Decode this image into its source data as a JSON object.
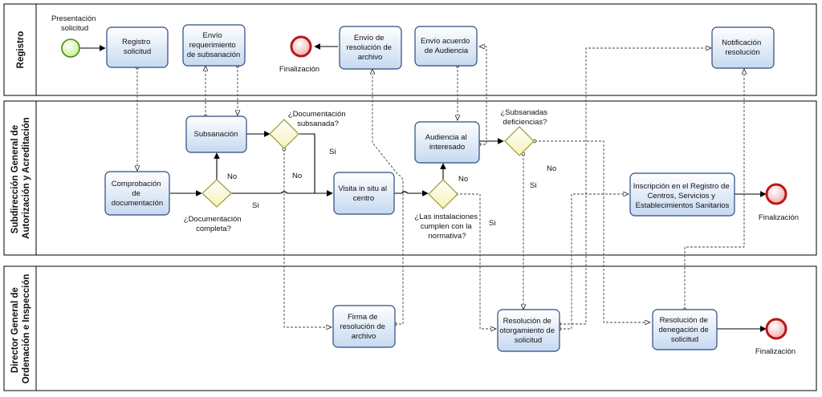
{
  "lanes": [
    {
      "id": "registro",
      "lines": [
        "Registro"
      ]
    },
    {
      "id": "subdireccion",
      "lines": [
        "Subdirección General de",
        "Autorización y Acreditación"
      ]
    },
    {
      "id": "director",
      "lines": [
        "Director General de",
        "Ordenación e Inspección"
      ]
    }
  ],
  "events": [
    {
      "id": "start",
      "type": "start",
      "label_lines": [
        "Presentación",
        "solicitud"
      ]
    },
    {
      "id": "end1",
      "type": "end",
      "label_lines": [
        "Finalización"
      ]
    },
    {
      "id": "end2",
      "type": "end",
      "label_lines": [
        "Finalización"
      ]
    },
    {
      "id": "end3",
      "type": "end",
      "label_lines": [
        "Finalización"
      ]
    }
  ],
  "tasks": [
    {
      "id": "registro_solicitud",
      "lines": [
        "Registro",
        "solicitud"
      ]
    },
    {
      "id": "envio_requerimiento",
      "lines": [
        "Envío",
        "requerimiento",
        "de subsanación"
      ]
    },
    {
      "id": "envio_resolucion_archivo",
      "lines": [
        "Envío de",
        "resolución de",
        "archivo"
      ]
    },
    {
      "id": "envio_acuerdo",
      "lines": [
        "Envío acuerdo",
        "de Audiencia"
      ]
    },
    {
      "id": "notificacion",
      "lines": [
        "Notificación",
        "resolución"
      ]
    },
    {
      "id": "subsanacion",
      "lines": [
        "Subsanación"
      ]
    },
    {
      "id": "comprobacion",
      "lines": [
        "Comprobación",
        "de",
        "documentación"
      ]
    },
    {
      "id": "visita",
      "lines": [
        "Visita in situ al",
        "centro"
      ]
    },
    {
      "id": "audiencia",
      "lines": [
        "Audiencia al",
        "interesado"
      ]
    },
    {
      "id": "inscripcion",
      "lines": [
        "Inscripción en el Registro de",
        "Centros, Servicios y",
        "Establecimientos Sanitarios"
      ]
    },
    {
      "id": "firma",
      "lines": [
        "Firma de",
        "resolución de",
        "archivo"
      ]
    },
    {
      "id": "otorgamiento",
      "lines": [
        "Resolución de",
        "otorgamiento de",
        "solicitud"
      ]
    },
    {
      "id": "denegacion",
      "lines": [
        "Resolución de",
        "denegación de",
        "solicitud"
      ]
    }
  ],
  "gateways": [
    {
      "id": "gw_completa",
      "label_lines": [
        "¿Documentación",
        "completa?"
      ]
    },
    {
      "id": "gw_subsanada",
      "label_lines": [
        "¿Documentación",
        "subsanada?"
      ]
    },
    {
      "id": "gw_instalaciones",
      "label_lines": [
        "¿Las instalaciones",
        "cumplen con la",
        "normativa?"
      ]
    },
    {
      "id": "gw_deficiencias",
      "label_lines": [
        "¿Subsanadas",
        "deficiencias?"
      ]
    }
  ],
  "flow_labels": [
    {
      "id": "no_completa",
      "text": "No"
    },
    {
      "id": "si_completa",
      "text": "Si"
    },
    {
      "id": "si_subsanada",
      "text": "Si"
    },
    {
      "id": "no_subsanada",
      "text": "No"
    },
    {
      "id": "no_instalaciones",
      "text": "No"
    },
    {
      "id": "si_instalaciones",
      "text": "Si"
    },
    {
      "id": "no_deficiencias",
      "text": "No"
    },
    {
      "id": "si_deficiencias",
      "text": "Si"
    }
  ],
  "colors": {
    "task_fill_top": "#ffffff",
    "task_fill_bottom": "#c6d9f0",
    "task_stroke": "#2b4a80",
    "gateway_fill": "#fdfbd2",
    "gateway_stroke": "#a5a040",
    "start_fill": "#ddf7b7",
    "start_stroke": "#3f8a10",
    "end_fill": "#f5c0c0",
    "end_stroke": "#b81818",
    "line": "#000000"
  }
}
